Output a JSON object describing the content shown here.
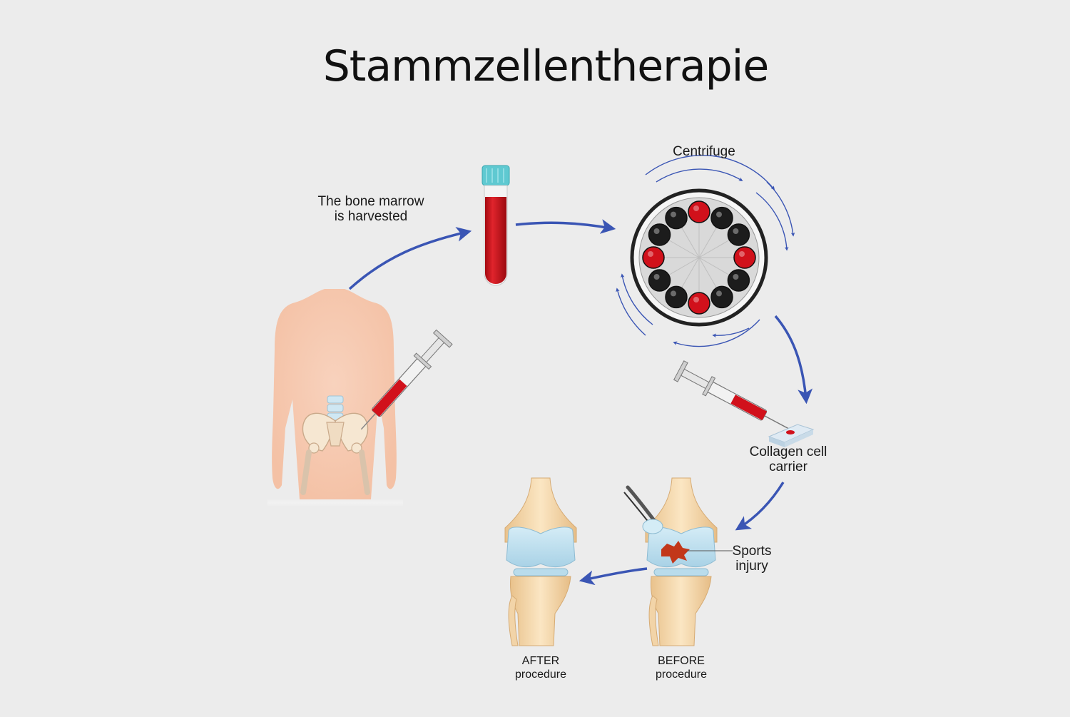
{
  "title": "Stammzellentherapie",
  "labels": {
    "harvest_line1": "The bone marrow",
    "harvest_line2": "is harvested",
    "centrifuge": "Centrifuge",
    "collagen_line1": "Collagen cell",
    "collagen_line2": "carrier",
    "injury_line1": "Sports",
    "injury_line2": "injury",
    "before_line1": "BEFORE",
    "before_line2": "procedure",
    "after_line1": "AFTER",
    "after_line2": "procedure"
  },
  "colors": {
    "background": "#ececec",
    "arrow": "#3a55b4",
    "blood": "#d1111b",
    "tube_cap": "#5fc9d1",
    "skin": "#f6c9b0",
    "bone": "#f3d8ac",
    "cartilage": "#b9dcec",
    "injury": "#c2371a"
  },
  "icons": [
    "body-icon",
    "syringe-icon",
    "test-tube-icon",
    "centrifuge-icon",
    "collagen-carrier-icon",
    "knee-before-icon",
    "knee-after-icon"
  ]
}
